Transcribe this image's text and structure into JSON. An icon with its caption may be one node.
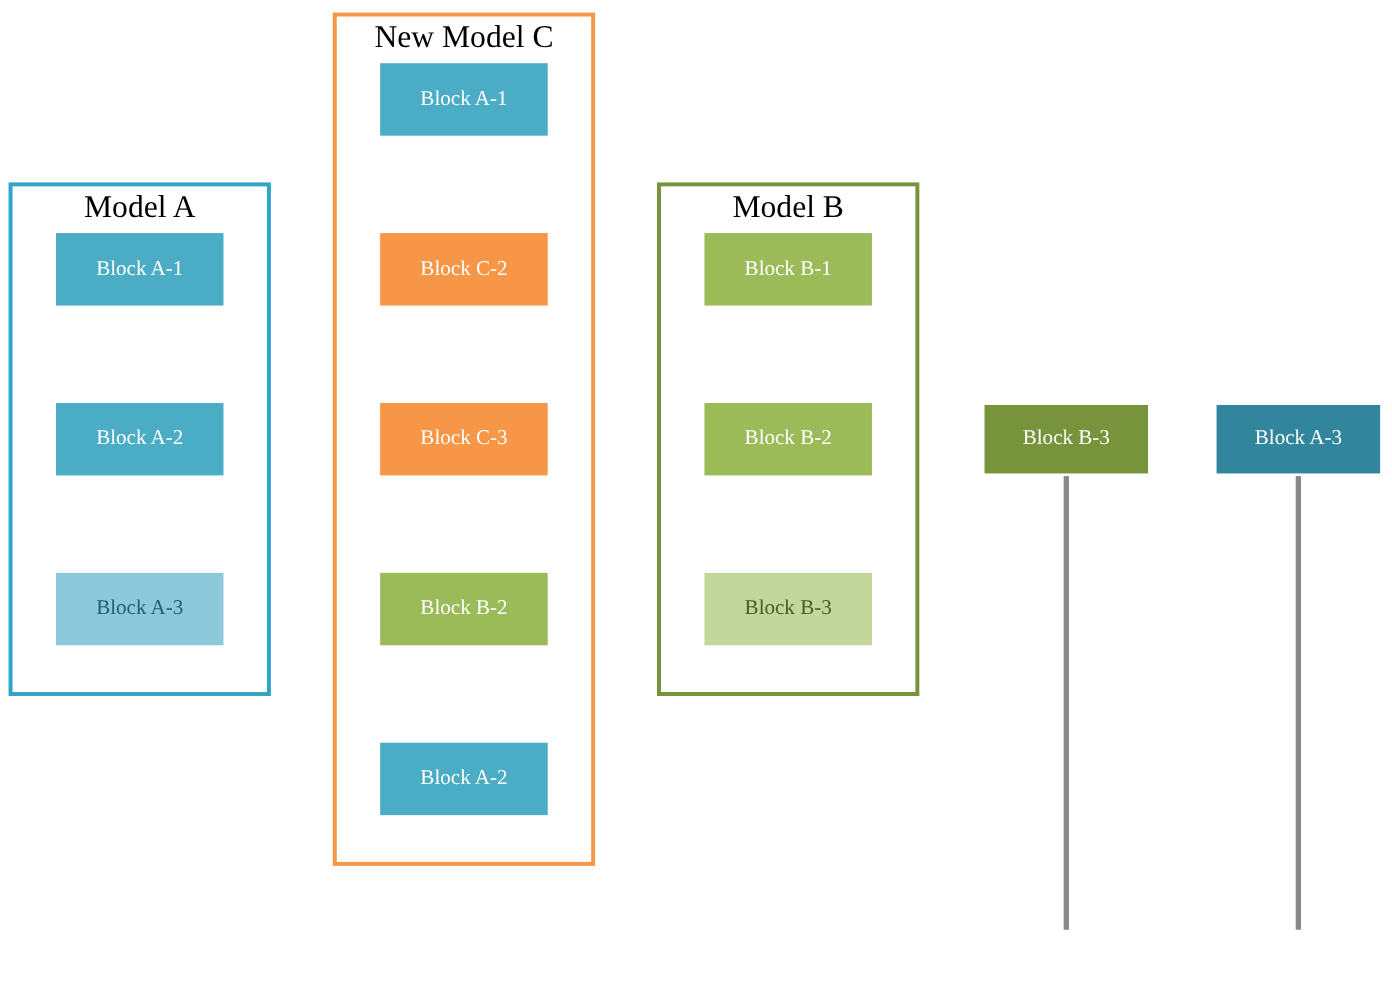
{
  "diagram": {
    "nodes": [
      {
        "text": [
          "Model A"
        ]
      },
      {
        "text": [
          "Block A-1"
        ],
        "in": 0
      },
      {
        "text": [
          "Block A-2"
        ],
        "in": 0
      },
      {
        "text": [
          "Block A-3"
        ],
        "in": 0
      },
      {
        "text": [
          "Block A-3"
        ]
      },
      {
        "text": [
          "New Model C"
        ]
      },
      {
        "text": [
          "Block A-1"
        ],
        "in": 5
      },
      {
        "text": [
          "Block C-2"
        ],
        "in": 5
      },
      {
        "text": [
          "Block C-3"
        ],
        "in": 5
      },
      {
        "text": [
          "Block B-2"
        ],
        "in": 5
      },
      {
        "text": [
          "Block A-2"
        ],
        "in": 5
      },
      {
        "text": [
          "Model B"
        ]
      },
      {
        "text": [
          "Block B-1"
        ],
        "in": 11
      },
      {
        "text": [
          "Block B-2"
        ],
        "in": 11
      },
      {
        "text": [
          "Block B-3"
        ],
        "in": 11
      },
      {
        "text": [
          "Block B-3"
        ]
      }
    ],
    "edges": [
      {
        "from": 4,
        "to": null,
        "arrow": "none",
        "color": "#888888"
      },
      {
        "from": 15,
        "to": null,
        "arrow": "none",
        "color": "#888888"
      }
    ]
  }
}
